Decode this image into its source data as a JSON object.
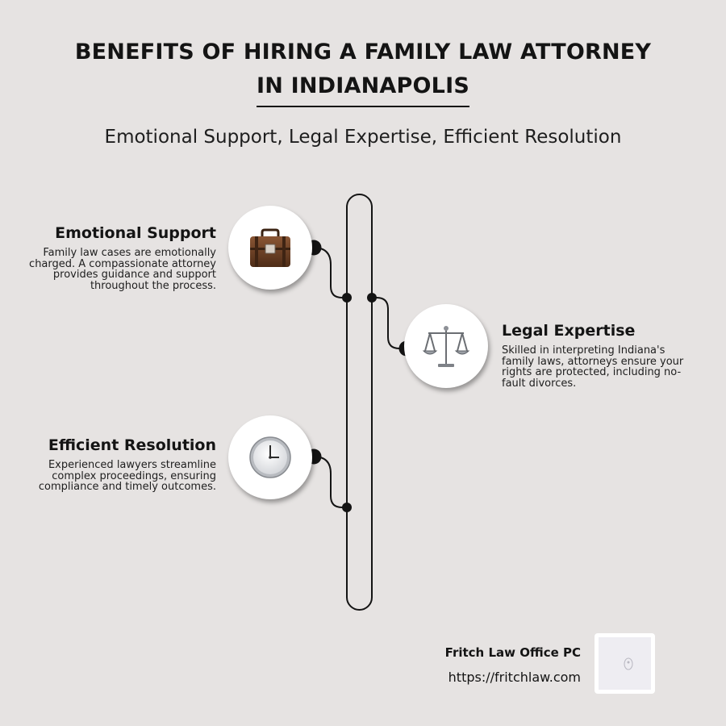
{
  "header": {
    "title_line1": "BENEFITS OF HIRING A FAMILY LAW ATTORNEY",
    "title_line2": "IN INDIANAPOLIS",
    "subtitle": "Emotional Support, Legal Expertise, Efficient Resolution"
  },
  "items": [
    {
      "heading": "Emotional Support",
      "text": "Family law cases are emotionally charged. A compassionate attorney provides guidance and support throughout the process.",
      "icon": "briefcase-icon"
    },
    {
      "heading": "Legal Expertise",
      "text": "Skilled in interpreting Indiana's family laws, attorneys ensure your rights are protected, including no-fault divorces.",
      "icon": "scales-icon"
    },
    {
      "heading": "Efficient Resolution",
      "text": "Experienced lawyers streamline complex proceedings, ensuring compliance and timely outcomes.",
      "icon": "clock-icon"
    }
  ],
  "footer": {
    "company": "Fritch Law Office PC",
    "url": "https://fritchlaw.com",
    "logo": "logo-icon"
  },
  "colors": {
    "background": "#e6e3e2",
    "ink": "#141414",
    "card": "#ffffff"
  }
}
